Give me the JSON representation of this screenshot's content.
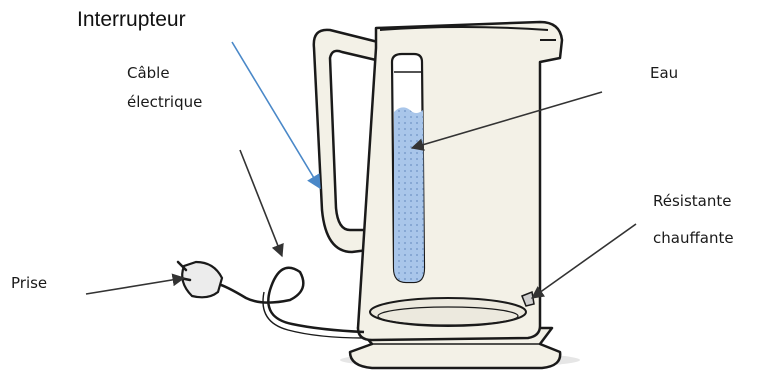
{
  "diagram": {
    "subject": "electric-kettle",
    "labels": {
      "interrupteur": "Interrupteur",
      "cable_line1": "Câble",
      "cable_line2": "électrique",
      "eau": "Eau",
      "resistance_line1": "Résistante",
      "resistance_line2": "chauffante",
      "prise": "Prise"
    },
    "colors": {
      "outline": "#1a1a1a",
      "kettle_body": "#f3f1e7",
      "water": "#a9c6ea",
      "water_dots": "#5f84bb",
      "switch_arrow": "#4a88c8",
      "arrow": "#333333"
    }
  }
}
